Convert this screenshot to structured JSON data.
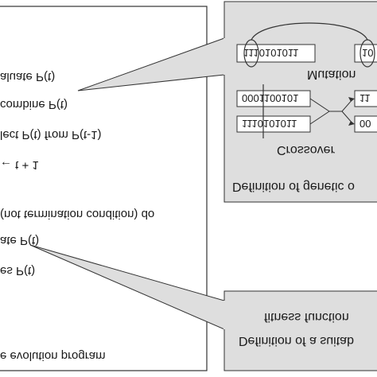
{
  "program": {
    "lines": [
      "e evolution program",
      "es P(t)",
      "ate P(t)",
      "(not termination condition) do",
      "← t + 1",
      "lect P(t) from P(t-1)",
      "combine P(t)",
      "aluate P(t)"
    ]
  },
  "fitness_box": {
    "line1": "Definition of a suitab",
    "line2": "fitness function"
  },
  "operators_box": {
    "title": "Definition of genetic o",
    "crossover_label": "Crossover",
    "mutation_label": "Mutation",
    "chromosomes": {
      "crossover_top_left": "0001100101",
      "crossover_bottom_left": "1110101011",
      "crossover_top_right": "11",
      "crossover_bottom_right": "00",
      "mutation_left": "1110101011",
      "mutation_right": "10"
    }
  },
  "colors": {
    "panel_fill": "#dedede",
    "stroke": "#333333",
    "text": "#1a1a1a"
  }
}
